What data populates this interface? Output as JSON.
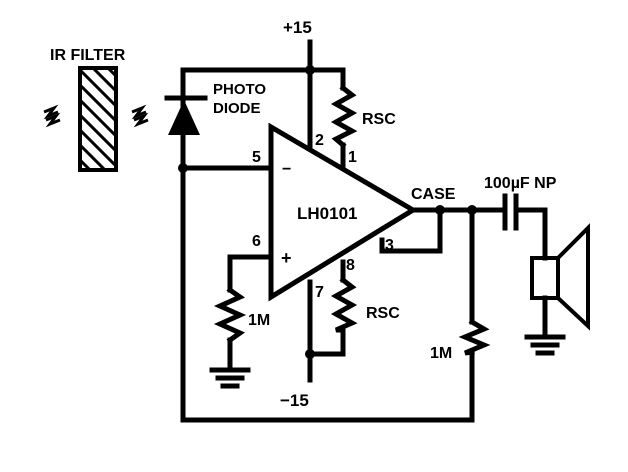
{
  "diagram": {
    "type": "circuit-schematic",
    "title": "IR photodiode receiver amplifier with LH0101 op amp driving speaker",
    "colors": {
      "ink": "#000000",
      "background": "#ffffff"
    },
    "labels": {
      "ir_filter": "IR FILTER",
      "photodiode_line1": "PHOTO",
      "photodiode_line2": "DIODE",
      "supply_pos": "+15",
      "supply_neg": "−15",
      "opamp": "LH0101",
      "rsc_top": "RSC",
      "rsc_bottom": "RSC",
      "r_in": "1M",
      "r_fb": "1M",
      "case": "CASE",
      "capacitor": "100µF  NP",
      "inv_sign": "−",
      "noninv_sign": "+"
    },
    "pins": {
      "p1": "1",
      "p2": "2",
      "p3": "3",
      "p5": "5",
      "p6": "6",
      "p7": "7",
      "p8": "8"
    },
    "components": [
      {
        "id": "ir-filter",
        "kind": "optical filter"
      },
      {
        "id": "photodiode",
        "kind": "photodiode"
      },
      {
        "id": "opamp",
        "kind": "op amp",
        "part": "LH0101"
      },
      {
        "id": "rsc-top",
        "kind": "resistor",
        "value": "RSC"
      },
      {
        "id": "rsc-bottom",
        "kind": "resistor",
        "value": "RSC"
      },
      {
        "id": "r-in",
        "kind": "resistor",
        "value": "1M"
      },
      {
        "id": "r-fb",
        "kind": "resistor",
        "value": "1M"
      },
      {
        "id": "c-out",
        "kind": "capacitor",
        "value": "100µF NP"
      },
      {
        "id": "speaker",
        "kind": "speaker"
      },
      {
        "id": "gnd-1",
        "kind": "ground"
      },
      {
        "id": "gnd-2",
        "kind": "ground"
      }
    ]
  }
}
